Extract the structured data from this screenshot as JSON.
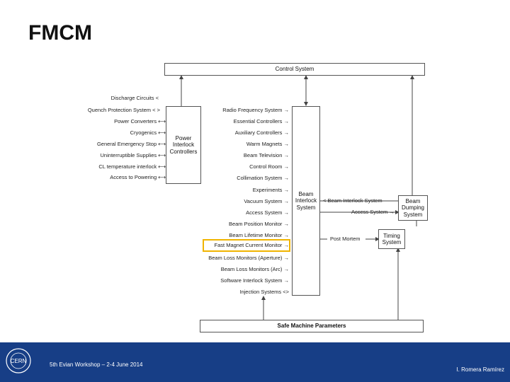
{
  "slide": {
    "title": "FMCM"
  },
  "diagram": {
    "control_system": "Control System",
    "safe_machine_parameters": "Safe Machine Parameters",
    "power_interlock": "Power Interlock Controllers",
    "beam_interlock": "Beam Interlock System",
    "beam_dumping": "Beam Dumping System",
    "timing": "Timing System",
    "left_inputs": [
      "Discharge Circuits",
      "Quench Protection System",
      "Power Converters",
      "Cryogenics",
      "General Emergency Stop",
      "Uninterruptible Supplies",
      "CL temperature interlock",
      "Access to Powering"
    ],
    "bis_inputs": [
      "Radio Frequency System",
      "Essential Controllers",
      "Auxiliary Controllers",
      "Warm Magnets",
      "Beam Television",
      "Control Room",
      "Collimation System",
      "Experiments",
      "Vacuum System",
      "Access System",
      "Beam Position Monitor",
      "Beam Lifetime Monitor",
      "Fast Magnet Current Monitor",
      "Beam Loss Monitors (Aperture)",
      "Beam Loss Monitors (Arc)",
      "Software Interlock System",
      "Injection Systems"
    ],
    "right_links": {
      "beam_interlock_system": "Beam Interlock System",
      "access_system": "Access System",
      "post_mortem": "Post Mortem"
    },
    "highlight": "Fast Magnet Current Monitor"
  },
  "footer": {
    "workshop": "5th Evian Workshop – 2-4 June 2014",
    "author": "I. Romera Ramírez",
    "logo_text": "CERN"
  },
  "colors": {
    "footer_bg": "#173e86",
    "highlight": "#f0b400"
  }
}
